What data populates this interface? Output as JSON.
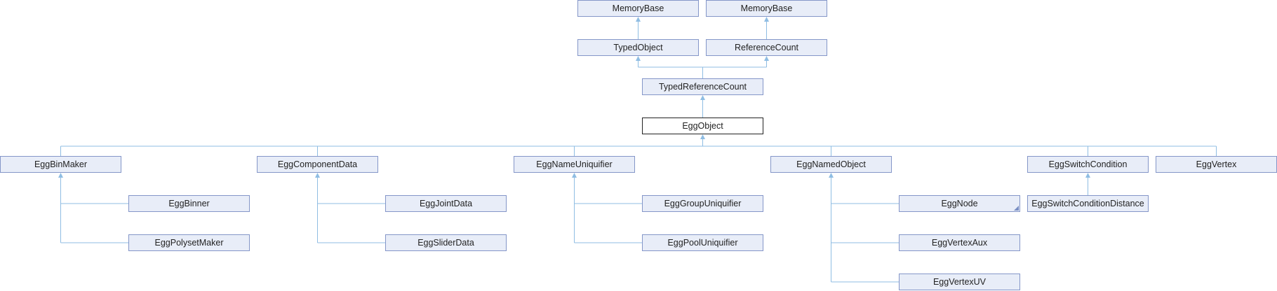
{
  "diagram": {
    "nodes": {
      "memory_base_1": "MemoryBase",
      "memory_base_2": "MemoryBase",
      "typed_object": "TypedObject",
      "reference_count": "ReferenceCount",
      "typed_reference_count": "TypedReferenceCount",
      "egg_object": "EggObject",
      "egg_bin_maker": "EggBinMaker",
      "egg_component_data": "EggComponentData",
      "egg_name_uniquifier": "EggNameUniquifier",
      "egg_named_object": "EggNamedObject",
      "egg_switch_condition": "EggSwitchCondition",
      "egg_vertex": "EggVertex",
      "egg_binner": "EggBinner",
      "egg_polyset_maker": "EggPolysetMaker",
      "egg_joint_data": "EggJointData",
      "egg_slider_data": "EggSliderData",
      "egg_group_uniquifier": "EggGroupUniquifier",
      "egg_pool_uniquifier": "EggPoolUniquifier",
      "egg_node": "EggNode",
      "egg_vertex_aux": "EggVertexAux",
      "egg_vertex_uv": "EggVertexUV",
      "egg_switch_condition_distance": "EggSwitchConditionDistance"
    },
    "edges": [
      [
        "typed_object",
        "memory_base_1"
      ],
      [
        "reference_count",
        "memory_base_2"
      ],
      [
        "typed_reference_count",
        "typed_object"
      ],
      [
        "typed_reference_count",
        "reference_count"
      ],
      [
        "egg_object",
        "typed_reference_count"
      ],
      [
        "egg_bin_maker",
        "egg_object"
      ],
      [
        "egg_component_data",
        "egg_object"
      ],
      [
        "egg_name_uniquifier",
        "egg_object"
      ],
      [
        "egg_named_object",
        "egg_object"
      ],
      [
        "egg_switch_condition",
        "egg_object"
      ],
      [
        "egg_vertex",
        "egg_object"
      ],
      [
        "egg_binner",
        "egg_bin_maker"
      ],
      [
        "egg_polyset_maker",
        "egg_bin_maker"
      ],
      [
        "egg_joint_data",
        "egg_component_data"
      ],
      [
        "egg_slider_data",
        "egg_component_data"
      ],
      [
        "egg_group_uniquifier",
        "egg_name_uniquifier"
      ],
      [
        "egg_pool_uniquifier",
        "egg_name_uniquifier"
      ],
      [
        "egg_node",
        "egg_named_object"
      ],
      [
        "egg_vertex_aux",
        "egg_named_object"
      ],
      [
        "egg_vertex_uv",
        "egg_named_object"
      ],
      [
        "egg_switch_condition_distance",
        "egg_switch_condition"
      ]
    ],
    "current_node": "egg_object",
    "truncated_nodes": [
      "egg_node"
    ],
    "colors": {
      "node_fill": "#e8edf8",
      "node_border": "#8496c8",
      "edge": "#8fbde3",
      "current_border": "#222222"
    }
  }
}
